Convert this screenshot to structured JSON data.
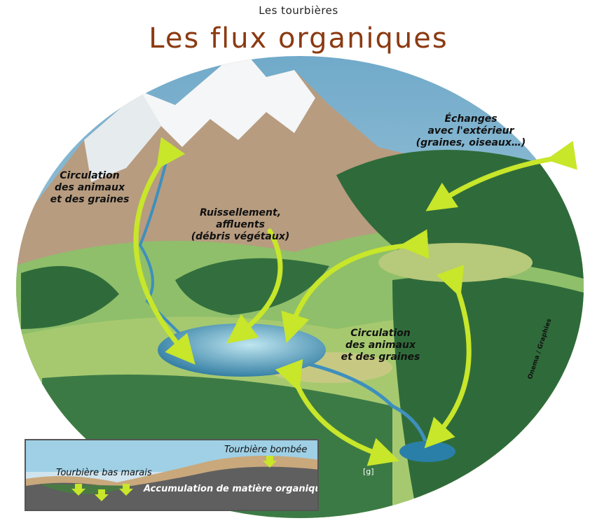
{
  "header": {
    "subtitle": "Les tourbières",
    "title": "Les flux organiques"
  },
  "labels": {
    "circulation_left": [
      "Circulation",
      "des animaux",
      "et des graines"
    ],
    "ruissellement": [
      "Ruissellement,",
      "affluents",
      "(débris végétaux)"
    ],
    "echanges": [
      "Échanges",
      "avec l'extérieur",
      "(graines, oiseaux…)"
    ],
    "circulation_right": [
      "Circulation",
      "des animaux",
      "et des graines"
    ]
  },
  "credit": "Onema / Graphies",
  "tag": "[g]",
  "inset": {
    "bombee": "Tourbière bombée",
    "bas_marais": "Tourbière bas marais",
    "accumulation": "Accumulation de matière organique"
  },
  "colors": {
    "title": "#8b3a12",
    "arrow": "#c8e62a",
    "forest": "#2f6b3a",
    "lake": "#2a7fa8"
  }
}
